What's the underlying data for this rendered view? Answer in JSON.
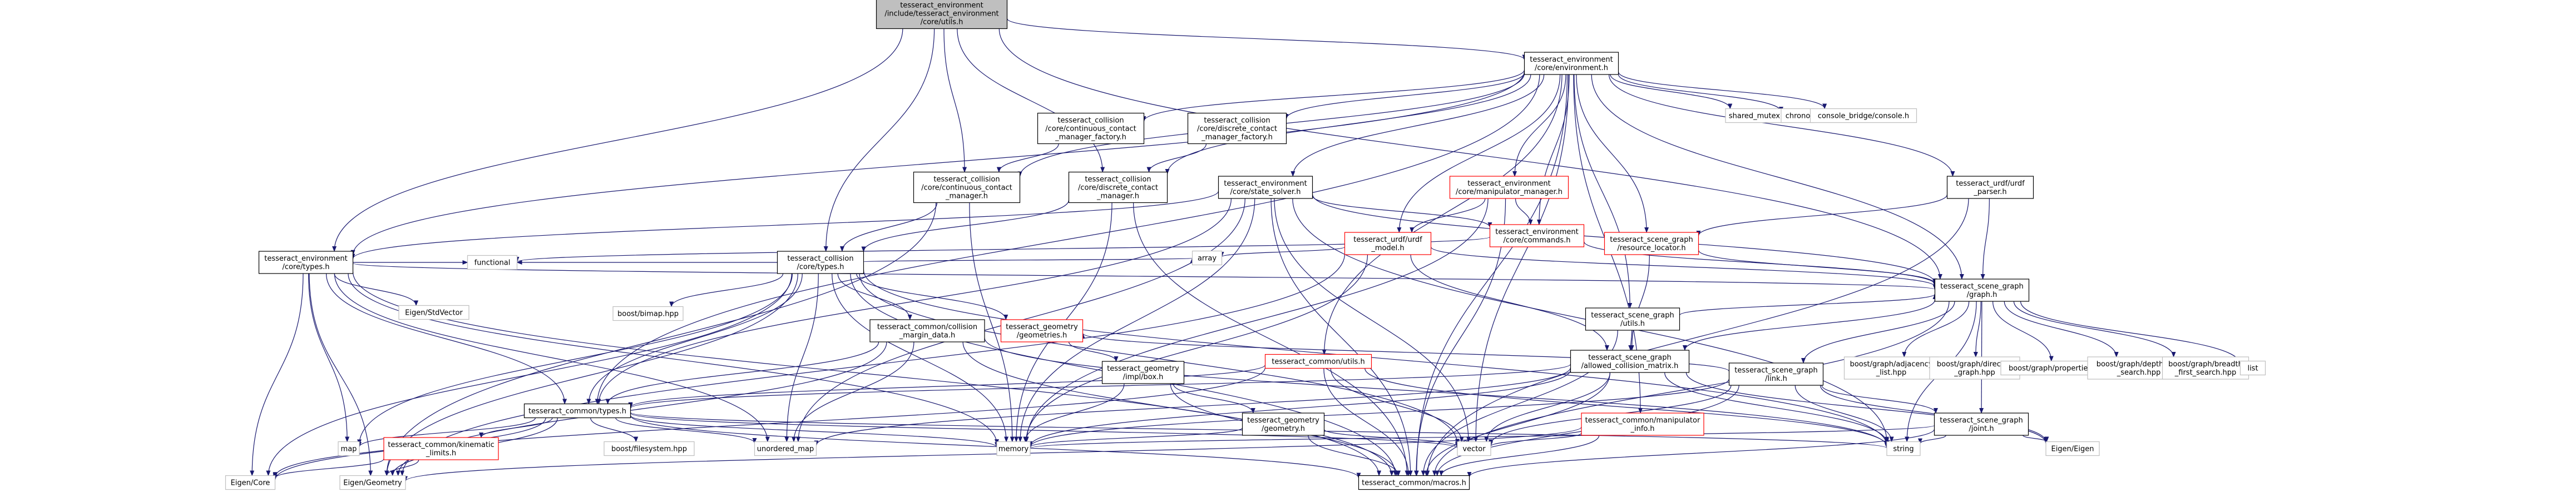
{
  "colors": {
    "root_fill": "#bfbfbf",
    "root_stroke": "#000000",
    "doc_stroke": "#000000",
    "link_stroke": "#ff0000",
    "plain_stroke": "#bfbfbf",
    "edge": "#191970"
  },
  "nodes": [
    {
      "id": "root",
      "lines": [
        "tesseract_environment",
        "/include/tesseract_environment",
        "/core/utils.h"
      ],
      "kind": "root"
    },
    {
      "id": "env",
      "lines": [
        "tesseract_environment",
        "/core/environment.h"
      ],
      "kind": "doc"
    },
    {
      "id": "types_env",
      "lines": [
        "tesseract_environment",
        "/core/types.h"
      ],
      "kind": "doc"
    },
    {
      "id": "coll_types",
      "lines": [
        "tesseract_collision",
        "/core/types.h"
      ],
      "kind": "doc"
    },
    {
      "id": "cont_mgr",
      "lines": [
        "tesseract_collision",
        "/core/continuous_contact",
        "_manager.h"
      ],
      "kind": "doc"
    },
    {
      "id": "disc_mgr",
      "lines": [
        "tesseract_collision",
        "/core/discrete_contact",
        "_manager.h"
      ],
      "kind": "doc"
    },
    {
      "id": "cont_fac",
      "lines": [
        "tesseract_collision",
        "/core/continuous_contact",
        "_manager_factory.h"
      ],
      "kind": "doc"
    },
    {
      "id": "disc_fac",
      "lines": [
        "tesseract_collision",
        "/core/discrete_contact",
        "_manager_factory.h"
      ],
      "kind": "doc"
    },
    {
      "id": "state_solver",
      "lines": [
        "tesseract_environment",
        "/core/state_solver.h"
      ],
      "kind": "doc"
    },
    {
      "id": "manip_mgr",
      "lines": [
        "tesseract_environment",
        "/core/manipulator_manager.h"
      ],
      "kind": "link"
    },
    {
      "id": "commands",
      "lines": [
        "tesseract_environment",
        "/core/commands.h"
      ],
      "kind": "link"
    },
    {
      "id": "urdf_model",
      "lines": [
        "tesseract_urdf/urdf",
        "_model.h"
      ],
      "kind": "link"
    },
    {
      "id": "res_loc",
      "lines": [
        "tesseract_scene_graph",
        "/resource_locator.h"
      ],
      "kind": "link"
    },
    {
      "id": "urdf_parser",
      "lines": [
        "tesseract_urdf/urdf",
        "_parser.h"
      ],
      "kind": "doc"
    },
    {
      "id": "graph",
      "lines": [
        "tesseract_scene_graph",
        "/graph.h"
      ],
      "kind": "doc"
    },
    {
      "id": "sg_utils",
      "lines": [
        "tesseract_scene_graph",
        "/utils.h"
      ],
      "kind": "doc"
    },
    {
      "id": "acm",
      "lines": [
        "tesseract_scene_graph",
        "/allowed_collision_matrix.h"
      ],
      "kind": "doc"
    },
    {
      "id": "sg_link",
      "lines": [
        "tesseract_scene_graph",
        "/link.h"
      ],
      "kind": "doc"
    },
    {
      "id": "sg_joint",
      "lines": [
        "tesseract_scene_graph",
        "/joint.h"
      ],
      "kind": "doc"
    },
    {
      "id": "margin",
      "lines": [
        "tesseract_common/collision",
        "_margin_data.h"
      ],
      "kind": "doc"
    },
    {
      "id": "geometries",
      "lines": [
        "tesseract_geometry",
        "/geometries.h"
      ],
      "kind": "link"
    },
    {
      "id": "impl_box",
      "lines": [
        "tesseract_geometry",
        "/impl/box.h"
      ],
      "kind": "doc"
    },
    {
      "id": "geom",
      "lines": [
        "tesseract_geometry",
        "/geometry.h"
      ],
      "kind": "doc"
    },
    {
      "id": "common_utils",
      "lines": [
        "tesseract_common/utils.h"
      ],
      "kind": "link"
    },
    {
      "id": "common_types",
      "lines": [
        "tesseract_common/types.h"
      ],
      "kind": "doc"
    },
    {
      "id": "manip_info",
      "lines": [
        "tesseract_common/manipulator",
        "_info.h"
      ],
      "kind": "link"
    },
    {
      "id": "kin_limits",
      "lines": [
        "tesseract_common/kinematic",
        "_limits.h"
      ],
      "kind": "link"
    },
    {
      "id": "macros",
      "lines": [
        "tesseract_common/macros.h"
      ],
      "kind": "doc"
    },
    {
      "id": "shared_mutex",
      "lines": [
        "shared_mutex"
      ],
      "kind": "plain"
    },
    {
      "id": "chrono",
      "lines": [
        "chrono"
      ],
      "kind": "plain"
    },
    {
      "id": "console",
      "lines": [
        "console_bridge/console.h"
      ],
      "kind": "plain"
    },
    {
      "id": "functional",
      "lines": [
        "functional"
      ],
      "kind": "plain"
    },
    {
      "id": "stdvector",
      "lines": [
        "Eigen/StdVector"
      ],
      "kind": "plain"
    },
    {
      "id": "bimap",
      "lines": [
        "boost/bimap.hpp"
      ],
      "kind": "plain"
    },
    {
      "id": "array",
      "lines": [
        "array"
      ],
      "kind": "plain"
    },
    {
      "id": "adjacency",
      "lines": [
        "boost/graph/adjacency",
        "_list.hpp"
      ],
      "kind": "plain"
    },
    {
      "id": "directed",
      "lines": [
        "boost/graph/directed",
        "_graph.hpp"
      ],
      "kind": "plain"
    },
    {
      "id": "properties",
      "lines": [
        "boost/graph/properties.hpp"
      ],
      "kind": "plain"
    },
    {
      "id": "dfs",
      "lines": [
        "boost/graph/depth_first",
        "_search.hpp"
      ],
      "kind": "plain"
    },
    {
      "id": "bfs",
      "lines": [
        "boost/graph/breadth",
        "_first_search.hpp"
      ],
      "kind": "plain"
    },
    {
      "id": "list",
      "lines": [
        "list"
      ],
      "kind": "plain"
    },
    {
      "id": "filesystem",
      "lines": [
        "boost/filesystem.hpp"
      ],
      "kind": "plain"
    },
    {
      "id": "map",
      "lines": [
        "map"
      ],
      "kind": "plain"
    },
    {
      "id": "umap",
      "lines": [
        "unordered_map"
      ],
      "kind": "plain"
    },
    {
      "id": "memory",
      "lines": [
        "memory"
      ],
      "kind": "plain"
    },
    {
      "id": "vector",
      "lines": [
        "vector"
      ],
      "kind": "plain"
    },
    {
      "id": "string",
      "lines": [
        "string"
      ],
      "kind": "plain"
    },
    {
      "id": "eigen_eigen",
      "lines": [
        "Eigen/Eigen"
      ],
      "kind": "plain"
    },
    {
      "id": "eigen_core",
      "lines": [
        "Eigen/Core"
      ],
      "kind": "plain"
    },
    {
      "id": "eigen_geom",
      "lines": [
        "Eigen/Geometry"
      ],
      "kind": "plain"
    }
  ],
  "edges": [
    [
      "root",
      "env"
    ],
    [
      "root",
      "types_env"
    ],
    [
      "root",
      "coll_types"
    ],
    [
      "root",
      "cont_mgr"
    ],
    [
      "root",
      "disc_mgr"
    ],
    [
      "root",
      "graph"
    ],
    [
      "env",
      "shared_mutex"
    ],
    [
      "env",
      "chrono"
    ],
    [
      "env",
      "console"
    ],
    [
      "env",
      "cont_fac"
    ],
    [
      "env",
      "disc_fac"
    ],
    [
      "env",
      "cont_mgr"
    ],
    [
      "env",
      "disc_mgr"
    ],
    [
      "env",
      "state_solver"
    ],
    [
      "env",
      "manip_mgr"
    ],
    [
      "env",
      "commands"
    ],
    [
      "env",
      "urdf_model"
    ],
    [
      "env",
      "res_loc"
    ],
    [
      "env",
      "urdf_parser"
    ],
    [
      "env",
      "graph"
    ],
    [
      "env",
      "sg_utils"
    ],
    [
      "env",
      "common_utils"
    ],
    [
      "env",
      "manip_info"
    ],
    [
      "env",
      "types_env"
    ],
    [
      "env",
      "common_types"
    ],
    [
      "env",
      "vector"
    ],
    [
      "env",
      "macros"
    ],
    [
      "cont_fac",
      "cont_mgr"
    ],
    [
      "disc_fac",
      "disc_mgr"
    ],
    [
      "cont_mgr",
      "coll_types"
    ],
    [
      "cont_mgr",
      "memory"
    ],
    [
      "cont_mgr",
      "eigen_geom"
    ],
    [
      "disc_mgr",
      "coll_types"
    ],
    [
      "disc_mgr",
      "memory"
    ],
    [
      "disc_mgr",
      "macros"
    ],
    [
      "state_solver",
      "types_env"
    ],
    [
      "state_solver",
      "commands"
    ],
    [
      "state_solver",
      "graph"
    ],
    [
      "state_solver",
      "common_types"
    ],
    [
      "state_solver",
      "memory"
    ],
    [
      "state_solver",
      "vector"
    ],
    [
      "state_solver",
      "string"
    ],
    [
      "state_solver",
      "umap"
    ],
    [
      "state_solver",
      "macros"
    ],
    [
      "manip_mgr",
      "commands"
    ],
    [
      "manip_mgr",
      "urdf_model"
    ],
    [
      "manip_mgr",
      "memory"
    ],
    [
      "manip_mgr",
      "macros"
    ],
    [
      "urdf_model",
      "graph"
    ],
    [
      "urdf_model",
      "acm"
    ],
    [
      "urdf_model",
      "array"
    ],
    [
      "urdf_model",
      "eigen_geom"
    ],
    [
      "urdf_model",
      "memory"
    ],
    [
      "urdf_parser",
      "res_loc"
    ],
    [
      "urdf_parser",
      "graph"
    ],
    [
      "urdf_parser",
      "macros"
    ],
    [
      "res_loc",
      "acm"
    ],
    [
      "res_loc",
      "graph"
    ],
    [
      "commands",
      "graph"
    ],
    [
      "commands",
      "functional"
    ],
    [
      "types_env",
      "functional"
    ],
    [
      "types_env",
      "stdvector"
    ],
    [
      "types_env",
      "common_types"
    ],
    [
      "types_env",
      "graph"
    ],
    [
      "types_env",
      "map"
    ],
    [
      "types_env",
      "umap"
    ],
    [
      "types_env",
      "memory"
    ],
    [
      "types_env",
      "eigen_core"
    ],
    [
      "types_env",
      "eigen_geom"
    ],
    [
      "types_env",
      "macros"
    ],
    [
      "coll_types",
      "functional"
    ],
    [
      "coll_types",
      "bimap"
    ],
    [
      "coll_types",
      "array"
    ],
    [
      "coll_types",
      "margin"
    ],
    [
      "coll_types",
      "geometries"
    ],
    [
      "coll_types",
      "common_types"
    ],
    [
      "coll_types",
      "map"
    ],
    [
      "coll_types",
      "umap"
    ],
    [
      "coll_types",
      "memory"
    ],
    [
      "coll_types",
      "vector"
    ],
    [
      "coll_types",
      "eigen_core"
    ],
    [
      "coll_types",
      "eigen_geom"
    ],
    [
      "coll_types",
      "macros"
    ],
    [
      "coll_types",
      "string"
    ],
    [
      "margin",
      "common_types"
    ],
    [
      "margin",
      "umap"
    ],
    [
      "margin",
      "eigen_geom"
    ],
    [
      "margin",
      "macros"
    ],
    [
      "margin",
      "string"
    ],
    [
      "geometries",
      "impl_box"
    ],
    [
      "impl_box",
      "geom"
    ],
    [
      "impl_box",
      "memory"
    ],
    [
      "impl_box",
      "macros"
    ],
    [
      "geom",
      "memory"
    ],
    [
      "geom",
      "vector"
    ],
    [
      "geom",
      "macros"
    ],
    [
      "common_utils",
      "common_types"
    ],
    [
      "common_utils",
      "vector"
    ],
    [
      "common_utils",
      "string"
    ],
    [
      "common_utils",
      "eigen_core"
    ],
    [
      "common_utils",
      "macros"
    ],
    [
      "graph",
      "adjacency"
    ],
    [
      "graph",
      "directed"
    ],
    [
      "graph",
      "properties"
    ],
    [
      "graph",
      "dfs"
    ],
    [
      "graph",
      "bfs"
    ],
    [
      "graph",
      "list"
    ],
    [
      "graph",
      "acm"
    ],
    [
      "graph",
      "sg_link"
    ],
    [
      "graph",
      "sg_joint"
    ],
    [
      "graph",
      "string"
    ],
    [
      "graph",
      "macros"
    ],
    [
      "sg_utils",
      "graph"
    ],
    [
      "sg_utils",
      "acm"
    ],
    [
      "sg_utils",
      "macros"
    ],
    [
      "acm",
      "common_types"
    ],
    [
      "acm",
      "memory"
    ],
    [
      "acm",
      "vector"
    ],
    [
      "acm",
      "string"
    ],
    [
      "acm",
      "umap"
    ],
    [
      "acm",
      "eigen_eigen"
    ],
    [
      "acm",
      "macros"
    ],
    [
      "sg_link",
      "geometries"
    ],
    [
      "sg_link",
      "sg_joint"
    ],
    [
      "sg_link",
      "memory"
    ],
    [
      "sg_link",
      "vector"
    ],
    [
      "sg_link",
      "string"
    ],
    [
      "sg_link",
      "eigen_eigen"
    ],
    [
      "sg_link",
      "macros"
    ],
    [
      "sg_joint",
      "memory"
    ],
    [
      "sg_joint",
      "string"
    ],
    [
      "sg_joint",
      "eigen_eigen"
    ],
    [
      "sg_joint",
      "macros"
    ],
    [
      "manip_info",
      "vector"
    ],
    [
      "manip_info",
      "eigen_geom"
    ],
    [
      "manip_info",
      "macros"
    ],
    [
      "common_types",
      "kin_limits"
    ],
    [
      "common_types",
      "filesystem"
    ],
    [
      "common_types",
      "map"
    ],
    [
      "common_types",
      "umap"
    ],
    [
      "common_types",
      "memory"
    ],
    [
      "common_types",
      "vector"
    ],
    [
      "common_types",
      "eigen_core"
    ],
    [
      "common_types",
      "eigen_geom"
    ],
    [
      "common_types",
      "macros"
    ],
    [
      "common_types",
      "string"
    ],
    [
      "kin_limits",
      "eigen_core"
    ],
    [
      "kin_limits",
      "eigen_geom"
    ]
  ]
}
